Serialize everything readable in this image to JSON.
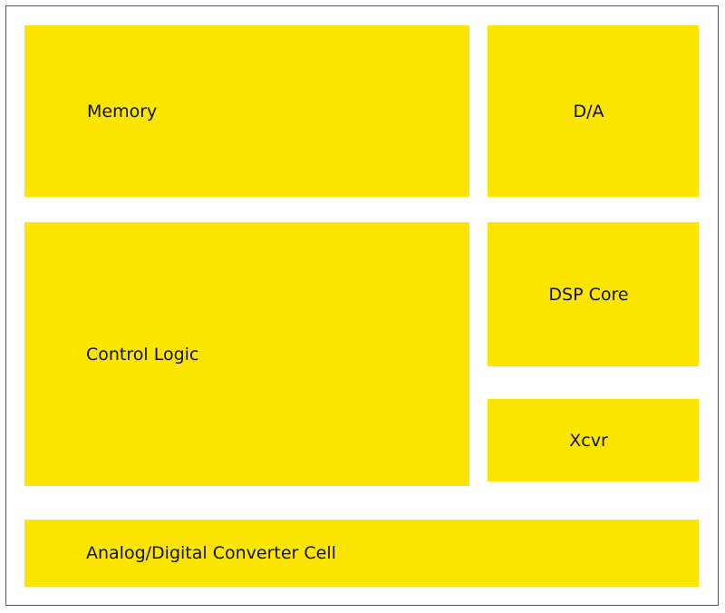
{
  "diagram": {
    "blocks": {
      "memory": "Memory",
      "da": "D/A",
      "control_logic": "Control Logic",
      "dsp_core": "DSP Core",
      "xcvr": "Xcvr",
      "adc_cell": "Analog/Digital Converter Cell"
    },
    "colors": {
      "block_fill": "#fce600",
      "border": "#555555",
      "text": "#111111",
      "background": "#ffffff"
    }
  }
}
